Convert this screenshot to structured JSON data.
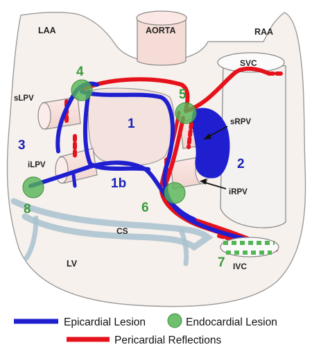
{
  "colors": {
    "epicardial": "#1f1fd0",
    "endocardial": "#55b455",
    "pericardial": "#e5121b",
    "number_blue": "#1a20b8",
    "number_green": "#3a9a3a",
    "heart_fill": "#f7f1ed",
    "heart_stroke": "#9a9a9a"
  },
  "anatomy_labels": {
    "laa": "LAA",
    "aorta": "AORTA",
    "raa": "RAA",
    "svc": "SVC",
    "slpv": "sLPV",
    "ilpv": "iLPV",
    "srpv": "sRPV",
    "irpv": "iRPV",
    "cs": "CS",
    "lv": "LV",
    "ivc": "IVC"
  },
  "lesion_numbers": {
    "n1": "1",
    "n1b": "1b",
    "n2": "2",
    "n3": "3",
    "n4": "4",
    "n5": "5",
    "n6": "6",
    "n7": "7",
    "n8": "8"
  },
  "legend": {
    "epicardial": "Epicardial Lesion",
    "endocardial": "Endocardial Lesion",
    "pericardial": "Pericardial Reflections"
  }
}
